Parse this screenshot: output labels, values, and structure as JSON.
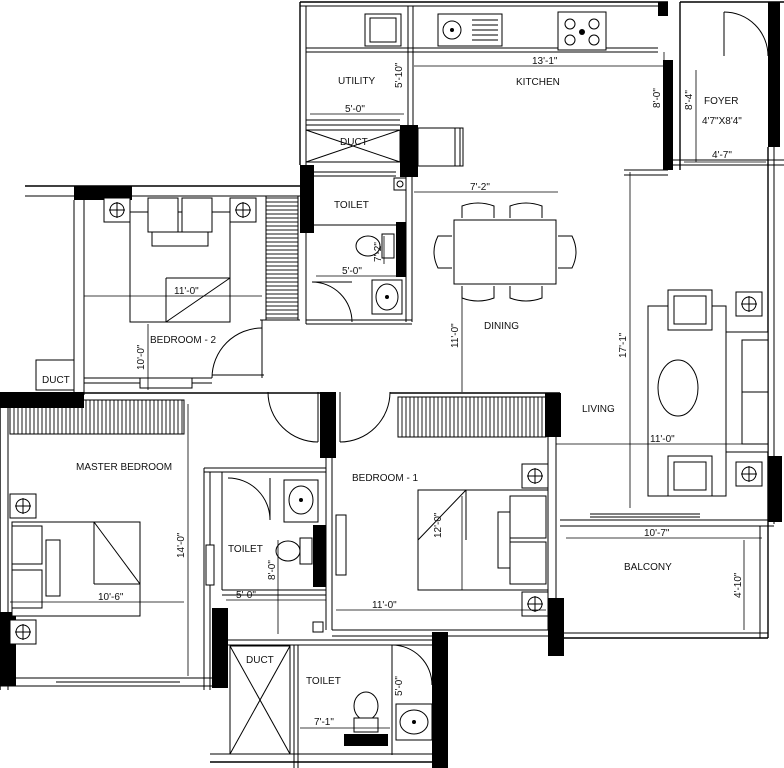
{
  "rooms": {
    "utility": "UTILITY",
    "kitchen": "KITCHEN",
    "foyer": "FOYER",
    "foyer_size": "4'7\"X8'4\"",
    "duct_top": "DUCT",
    "toilet_top": "TOILET",
    "bedroom2": "BEDROOM - 2",
    "dining": "DINING",
    "living": "LIVING",
    "duct_left": "DUCT",
    "master_bedroom": "MASTER BEDROOM",
    "bedroom1": "BEDROOM - 1",
    "toilet_mid": "TOILET",
    "balcony": "BALCONY",
    "duct_bottom": "DUCT",
    "toilet_bottom": "TOILET"
  },
  "dimensions": {
    "kitchen_width": "13'-1\"",
    "utility_height": "5'-10\"",
    "kitchen_height": "8'-0\"",
    "foyer_height": "8'-4\"",
    "utility_width": "5'-0\"",
    "foyer_width": "4'-7\"",
    "dining_width": "7'-2\"",
    "toilet_top_height": "7'-2\"",
    "toilet_top_width": "5'-0\"",
    "bedroom2_width": "11'-0\"",
    "bedroom2_height": "10'-0\"",
    "dining_height": "11'-0\"",
    "living_height": "17'-1\"",
    "living_width": "11'-0\"",
    "master_height": "14'-0\"",
    "master_width": "10'-6\"",
    "bedroom1_height": "12'-0\"",
    "bedroom1_width": "11'-0\"",
    "toilet_mid_height": "8'-0\"",
    "toilet_mid_width": "5'-0\"",
    "balcony_width": "10'-7\"",
    "balcony_height": "4'-10\"",
    "toilet_bottom_height": "5'-0\"",
    "toilet_bottom_width": "7'-1\""
  }
}
